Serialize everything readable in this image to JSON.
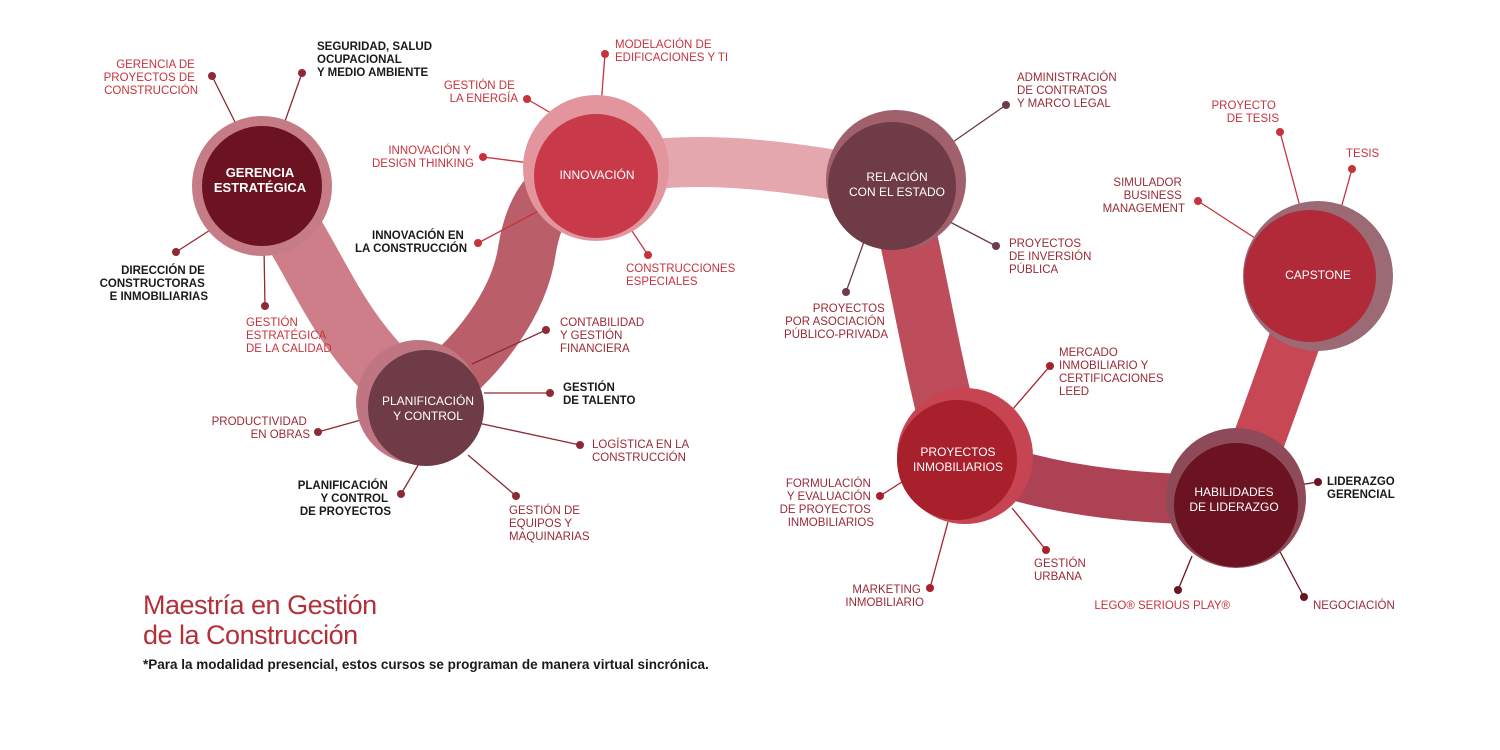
{
  "colors": {
    "accent": "#b3303a",
    "dark_node": "#6b1320",
    "wine_node": "#6e3b47",
    "red_node": "#a8202c",
    "label_red": "#c8323c",
    "label_dark": "#9a2a35",
    "label_black": "#1a1a1a"
  },
  "hubs": {
    "gerencia": [
      "GERENCIA",
      "ESTRATÉGICA"
    ],
    "planificacion": [
      "PLANIFICACIÓN",
      "Y CONTROL"
    ],
    "innovacion": [
      "INNOVACIÓN"
    ],
    "relacion": [
      "RELACIÓN",
      "CON EL ESTADO"
    ],
    "proyectos": [
      "PROYECTOS",
      "INMOBILIARIOS"
    ],
    "habilidades": [
      "HABILIDADES",
      "DE LIDERAZGO"
    ],
    "capstone": [
      "CAPSTONE"
    ]
  },
  "labels": {
    "gerencia_proyectos": [
      "GERENCIA DE",
      "PROYECTOS DE",
      "CONSTRUCCIÓN"
    ],
    "seguridad": [
      "SEGURIDAD, SALUD",
      "OCUPACIONAL",
      "Y MEDIO AMBIENTE"
    ],
    "direccion": [
      "DIRECCIÓN DE",
      "CONSTRUCTORAS",
      "E INMOBILIARIAS"
    ],
    "gestion_calidad": [
      "GESTIÓN",
      "ESTRATÉGICA",
      "DE LA CALIDAD"
    ],
    "productividad": [
      "PRODUCTIVIDAD",
      "EN OBRAS"
    ],
    "planificacion_proyectos": [
      "PLANIFICACIÓN",
      "Y CONTROL",
      "DE PROYECTOS"
    ],
    "equipos": [
      "GESTIÓN DE",
      "EQUIPOS Y",
      "MAQUINARIAS"
    ],
    "logistica": [
      "LOGÍSTICA EN LA",
      "CONSTRUCCIÓN"
    ],
    "talento": [
      "GESTIÓN",
      "DE TALENTO"
    ],
    "contabilidad": [
      "CONTABILIDAD",
      "Y GESTIÓN",
      "FINANCIERA"
    ],
    "energia": [
      "GESTIÓN DE",
      "LA ENERGÍA"
    ],
    "modelacion": [
      "MODELACIÓN DE",
      "EDIFICACIONES Y TI"
    ],
    "design_thinking": [
      "INNOVACIÓN Y",
      "DESIGN THINKING"
    ],
    "innovacion_construccion": [
      "INNOVACIÓN EN",
      "LA CONSTRUCCIÓN"
    ],
    "construcciones_especiales": [
      "CONSTRUCCIONES",
      "ESPECIALES"
    ],
    "administracion": [
      "ADMINISTRACIÓN",
      "DE CONTRATOS",
      "Y MARCO LEGAL"
    ],
    "inversion_publica": [
      "PROYECTOS",
      "DE INVERSIÓN",
      "PÚBLICA"
    ],
    "asociacion": [
      "PROYECTOS",
      "POR ASOCIACIÓN",
      "PÚBLICO-PRIVADA"
    ],
    "mercado": [
      "MERCADO",
      "INMOBILIARIO Y",
      "CERTIFICACIONES",
      "LEED"
    ],
    "formulacion": [
      "FORMULACIÓN",
      "Y EVALUACIÓN",
      "DE PROYECTOS",
      "INMOBILIARIOS"
    ],
    "marketing": [
      "MARKETING",
      "INMOBILIARIO"
    ],
    "urbana": [
      "GESTIÓN",
      "URBANA"
    ],
    "proyecto_tesis": [
      "PROYECTO",
      "DE TESIS"
    ],
    "tesis": [
      "TESIS"
    ],
    "simulador": [
      "SIMULADOR",
      "BUSINESS",
      "MANAGEMENT"
    ],
    "liderazgo": [
      "LIDERAZGO",
      "GERENCIAL"
    ],
    "lego": [
      "LEGO® SERIOUS PLAY®"
    ],
    "negociacion": [
      "NEGOCIACIÓN"
    ]
  },
  "title": {
    "line1": "Maestría en Gestión",
    "line2": "de la Construcción"
  },
  "note": "*Para la modalidad presencial, estos cursos se programan de manera virtual sincrónica."
}
